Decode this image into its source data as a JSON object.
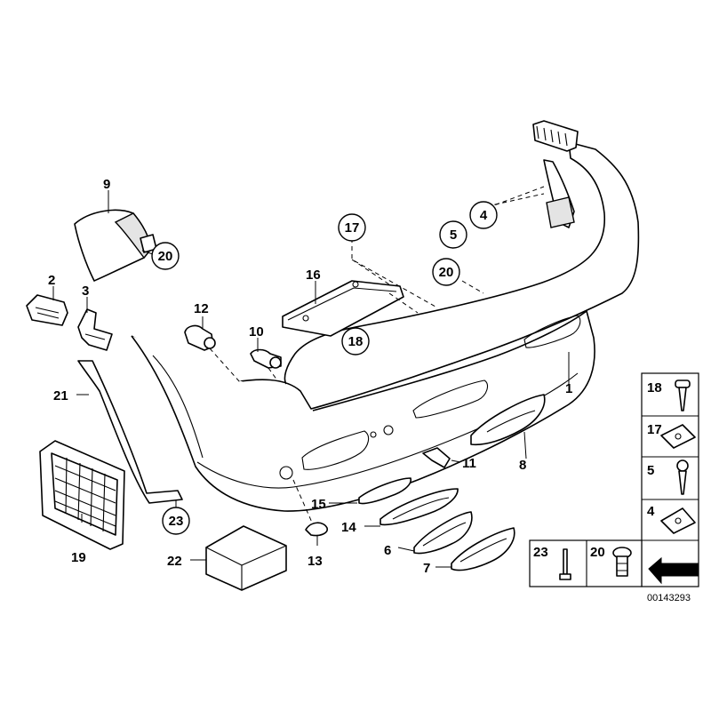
{
  "diagram": {
    "labels": {
      "p1": "1",
      "p2": "2",
      "p3": "3",
      "p4": "4",
      "p5": "5",
      "p6": "6",
      "p7": "7",
      "p8": "8",
      "p9": "9",
      "p10": "10",
      "p11": "11",
      "p12": "12",
      "p13": "13",
      "p14": "14",
      "p15": "15",
      "p16": "16",
      "p17": "17",
      "p18": "18",
      "p19": "19",
      "p20": "20",
      "p21": "21",
      "p22": "22",
      "p23": "23"
    },
    "legend": {
      "r18": "18",
      "r17": "17",
      "r5": "5",
      "r4": "4",
      "r23": "23",
      "r20": "20"
    },
    "diagram_code": "00143293"
  }
}
